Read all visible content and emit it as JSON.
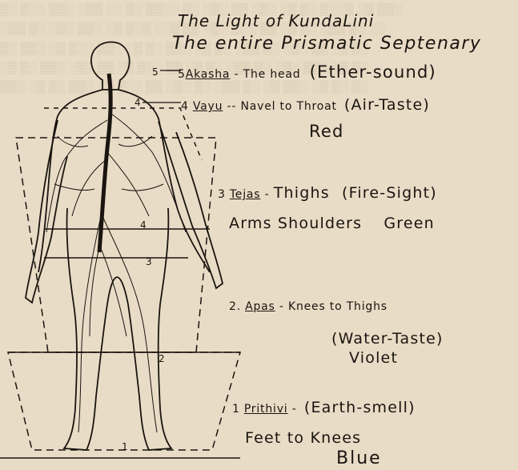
{
  "title": "The Light of KundaLini",
  "subtitle": "The entire Prismatic Septenary",
  "levels": [
    {
      "number": "5",
      "name": "Akasha",
      "sep": " - ",
      "region": "The head",
      "element_sense": "(Ether-sound)",
      "color": ""
    },
    {
      "number": "4",
      "name": "Vayu",
      "sep": " -- ",
      "region": "Navel to Throat",
      "element_sense": "(Air-Taste)",
      "color": "Red"
    },
    {
      "number": "3",
      "name": "Tejas",
      "sep": " - ",
      "region": "Thighs",
      "element_sense": "(Fire-Sight)",
      "region2": "Arms Shoulders",
      "color": "Green"
    },
    {
      "number": "2.",
      "name": "Apas",
      "sep": " - ",
      "region": "Knees to Thighs",
      "element_sense": "(Water-Taste)",
      "color": "Violet"
    },
    {
      "number": "1",
      "name": "Prithivi",
      "sep": " - ",
      "region": "Feet to Knees",
      "element_sense": "(Earth-smell)",
      "color": "Blue"
    }
  ],
  "figure_markers": [
    "5",
    "4",
    "4",
    "3",
    "2",
    "1"
  ],
  "words": {
    "to": "to"
  }
}
